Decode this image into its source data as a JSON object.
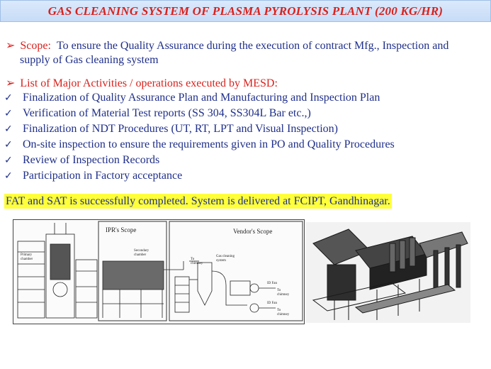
{
  "title": "GAS CLEANING SYSTEM OF PLASMA PYROLYSIS PLANT (200 KG/HR)",
  "scope": {
    "arrow": "➢",
    "label": "Scope:",
    "text": "To ensure the Quality Assurance during the execution of contract Mfg., Inspection and",
    "continuation": "supply of Gas cleaning system"
  },
  "activities": {
    "arrow": "➢",
    "heading": "List of Major Activities / operations executed by MESD:",
    "tick": "✓",
    "items": [
      "Finalization of Quality Assurance Plan and Manufacturing and Inspection Plan",
      "Verification of Material Test reports (SS 304, SS304L Bar etc.,)",
      "Finalization of NDT Procedures (UT, RT, LPT and Visual Inspection)",
      "On-site inspection to ensure the requirements given in PO and Quality Procedures",
      "Review of Inspection Records",
      "Participation in Factory acceptance"
    ]
  },
  "highlight": "FAT and SAT is successfully completed. System is delivered at FCIPT, Gandhinagar.",
  "drawing": {
    "ipr_scope": "IPR's Scope",
    "vendor_scope": "Vendor's Scope",
    "primary_chamber_1": "Primary",
    "primary_chamber_2": "chamber",
    "secondary_chamber_1": "Secondary",
    "secondary_chamber_2": "chamber",
    "gas_cleaning_1": "Gas cleaning",
    "gas_cleaning_2": "system",
    "to_chimney_1a": "To",
    "to_chimney_1b": "chimney",
    "id_fan_1": "ID Fan",
    "to_chimney_2a": "To",
    "to_chimney_2b": "chimney",
    "id_fan_2": "ID Fan",
    "to_chimney_3a": "To",
    "to_chimney_3b": "chimney"
  }
}
